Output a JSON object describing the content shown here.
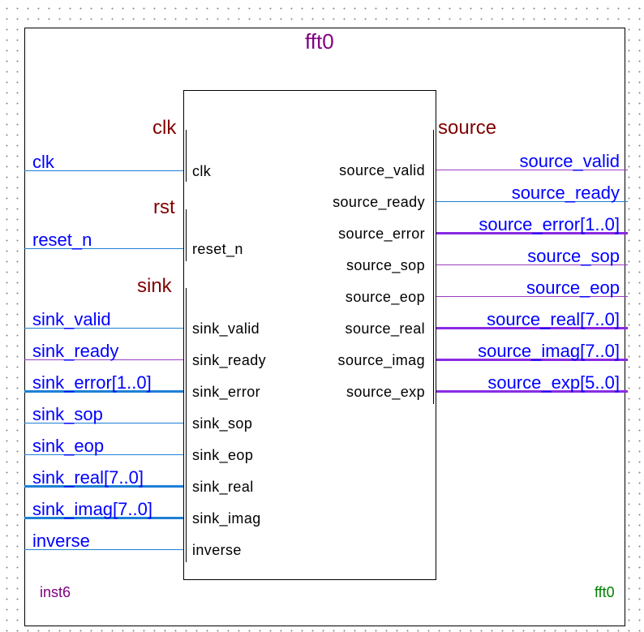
{
  "block": {
    "title": "fft0",
    "instance": "inst6",
    "entity": "fft0"
  },
  "groups": {
    "clk": "clk",
    "rst": "rst",
    "sink": "sink",
    "source": "source"
  },
  "left_signals": [
    "clk",
    "reset_n",
    "sink_valid",
    "sink_ready",
    "sink_error[1..0]",
    "sink_sop",
    "sink_eop",
    "sink_real[7..0]",
    "sink_imag[7..0]",
    "inverse"
  ],
  "left_ports": [
    "clk",
    "reset_n",
    "sink_valid",
    "sink_ready",
    "sink_error",
    "sink_sop",
    "sink_eop",
    "sink_real",
    "sink_imag",
    "inverse"
  ],
  "right_signals": [
    "source_valid",
    "source_ready",
    "source_error[1..0]",
    "source_sop",
    "source_eop",
    "source_real[7..0]",
    "source_imag[7..0]",
    "source_exp[5..0]"
  ],
  "right_ports": [
    "source_valid",
    "source_ready",
    "source_error",
    "source_sop",
    "source_eop",
    "source_real",
    "source_imag",
    "source_exp"
  ],
  "colors": {
    "title": "#800080",
    "group": "#800000",
    "signal": "#0000ff",
    "entity": "#008000",
    "wire_in": "#1e7fd6",
    "wire_out": "#9b3cc0"
  }
}
